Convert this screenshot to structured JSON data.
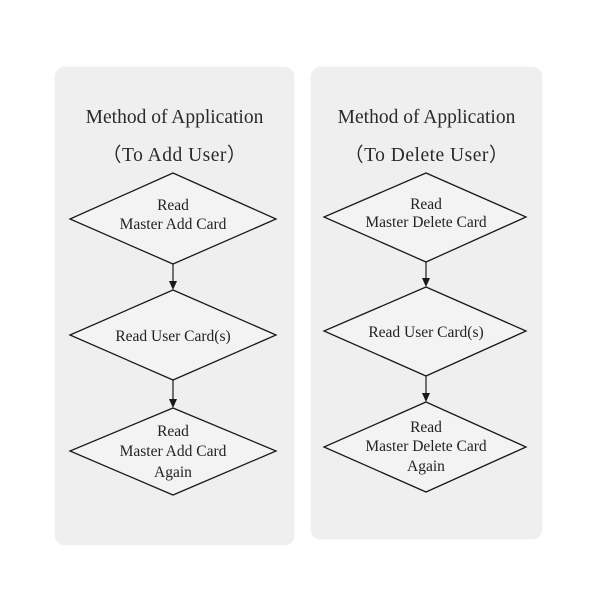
{
  "cards": [
    {
      "title_line1": "Method of Application",
      "title_line2": "（To Add User）",
      "steps": [
        {
          "lines": [
            "Read",
            "Master Add Card"
          ]
        },
        {
          "lines": [
            "Read User Card(s)"
          ]
        },
        {
          "lines": [
            "Read",
            "Master Add Card",
            "Again"
          ]
        }
      ]
    },
    {
      "title_line1": "Method of Application",
      "title_line2": "（To Delete User）",
      "steps": [
        {
          "lines": [
            "Read",
            "Master Delete Card"
          ]
        },
        {
          "lines": [
            "Read User Card(s)"
          ]
        },
        {
          "lines": [
            "Read",
            "Master Delete Card",
            "Again"
          ]
        }
      ]
    }
  ]
}
